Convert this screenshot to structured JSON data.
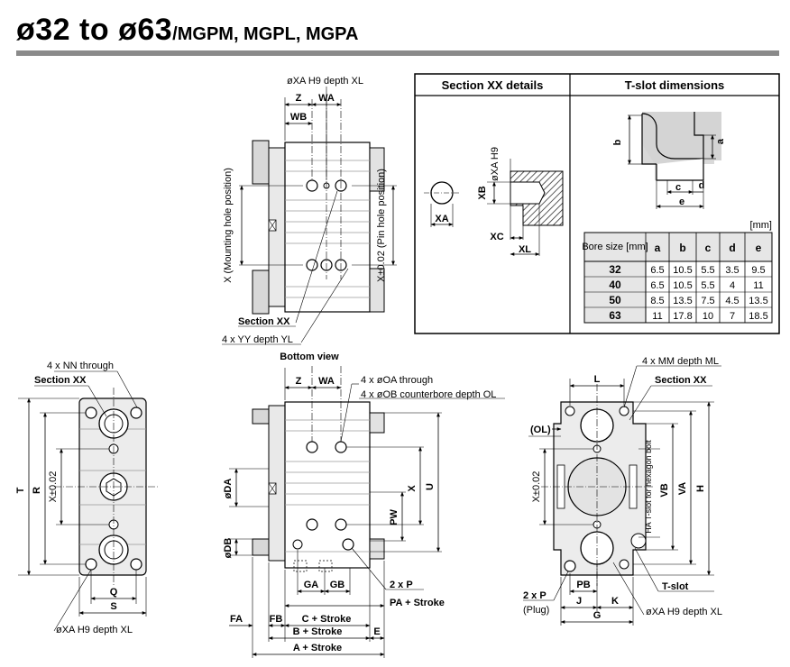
{
  "title": {
    "bore": "ø32 to ø63",
    "models": "/MGPM, MGPL, MGPA"
  },
  "section_xx": {
    "heading": "Section XX details",
    "labels": {
      "xa": "XA",
      "xa_h9": "øXA H9",
      "xb": "XB",
      "xc": "XC",
      "xl": "XL"
    }
  },
  "tslot": {
    "heading": "T-slot dimensions",
    "labels": {
      "a": "a",
      "b": "b",
      "c": "c",
      "d": "d",
      "e": "e"
    },
    "unit": "[mm]",
    "table": {
      "headers": [
        "Bore size [mm]",
        "a",
        "b",
        "c",
        "d",
        "e"
      ],
      "rows": [
        [
          "32",
          "6.5",
          "10.5",
          "5.5",
          "3.5",
          "9.5"
        ],
        [
          "40",
          "6.5",
          "10.5",
          "5.5",
          "4",
          "11"
        ],
        [
          "50",
          "8.5",
          "13.5",
          "7.5",
          "4.5",
          "13.5"
        ],
        [
          "63",
          "11",
          "17.8",
          "10",
          "7",
          "18.5"
        ]
      ]
    }
  },
  "bottom_view": {
    "caption": "Bottom view",
    "labels": {
      "xa_depth": "øXA H9 depth XL",
      "z": "Z",
      "wa": "WA",
      "wb": "WB",
      "mount_x": "X (Mounting hole position)",
      "pin_x": "X±0.02 (Pin hole position)",
      "section_xx": "Section XX",
      "yy": "4 x YY depth YL"
    }
  },
  "left_view": {
    "labels": {
      "nn": "4 x NN through",
      "section_xx": "Section XX",
      "t": "T",
      "r": "R",
      "x": "X±0.02",
      "q": "Q",
      "s": "S",
      "xa": "øXA H9 depth XL"
    }
  },
  "front_view": {
    "labels": {
      "z": "Z",
      "wa": "WA",
      "oa": "4 x øOA through",
      "ob": "4 x øOB counterbore depth OL",
      "da": "øDA",
      "db": "øDB",
      "x": "X",
      "u": "U",
      "pw": "PW",
      "ga": "GA",
      "gb": "GB",
      "p": "2 x P",
      "pa": "PA + Stroke",
      "fa": "FA",
      "fb": "FB",
      "c": "C + Stroke",
      "b": "B + Stroke",
      "e": "E",
      "a": "A + Stroke"
    }
  },
  "right_view": {
    "labels": {
      "mm": "4 x MM depth ML",
      "l": "L",
      "section_xx": "Section XX",
      "ol": "(OL)",
      "x": "X±0.02",
      "ha": "HA T-slot for hexagon bolt",
      "vb": "VB",
      "va": "VA",
      "h": "H",
      "tslot": "T-slot",
      "p": "2 x P",
      "plug": "(Plug)",
      "pb": "PB",
      "j": "J",
      "k": "K",
      "g": "G",
      "xa": "øXA H9 depth XL"
    }
  }
}
